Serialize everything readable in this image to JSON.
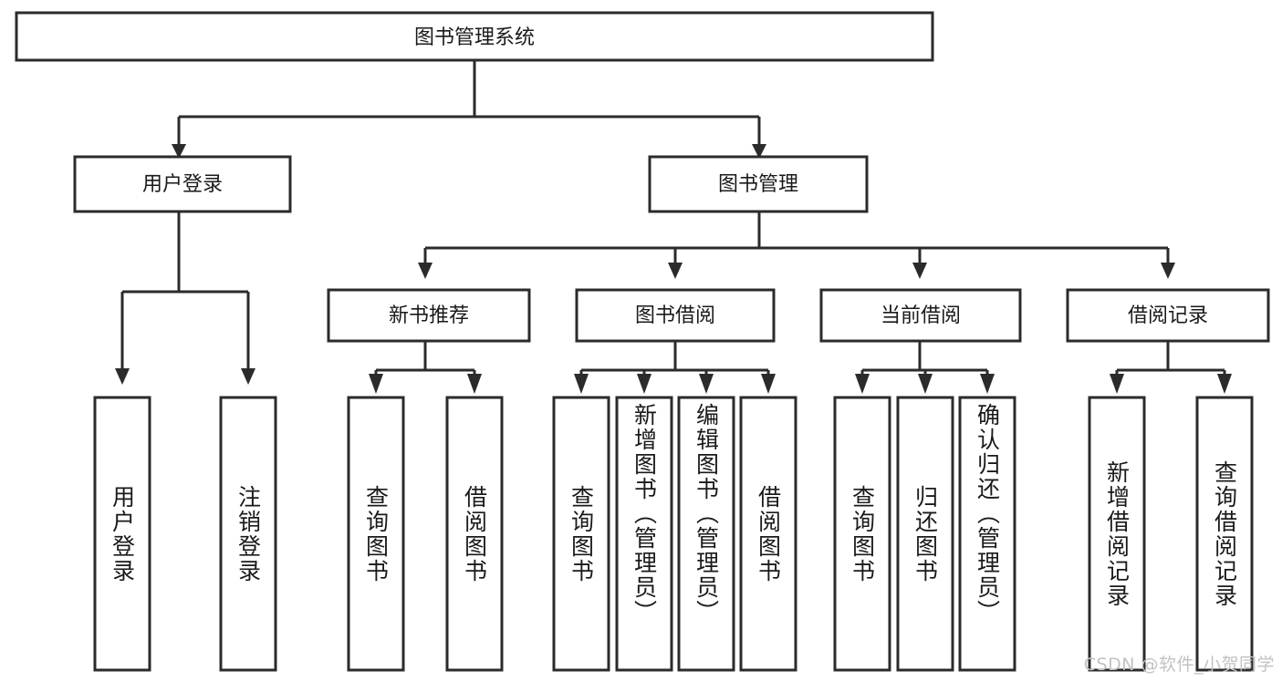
{
  "diagram": {
    "type": "tree-hierarchy",
    "title": "图书管理系统",
    "root": {
      "id": "root",
      "label": "图书管理系统",
      "orientation": "horizontal"
    },
    "level2": [
      {
        "id": "user-login",
        "label": "用户登录",
        "orientation": "horizontal"
      },
      {
        "id": "book-management",
        "label": "图书管理",
        "orientation": "horizontal"
      }
    ],
    "level3": [
      {
        "id": "new-book-recommend",
        "label": "新书推荐",
        "orientation": "horizontal",
        "parent": "book-management"
      },
      {
        "id": "book-borrow",
        "label": "图书借阅",
        "orientation": "horizontal",
        "parent": "book-management"
      },
      {
        "id": "current-borrow",
        "label": "当前借阅",
        "orientation": "horizontal",
        "parent": "book-management"
      },
      {
        "id": "borrow-record",
        "label": "借阅记录",
        "orientation": "horizontal",
        "parent": "book-management"
      }
    ],
    "leaves": [
      {
        "id": "leaf-user-login",
        "label": "用户登录",
        "orientation": "vertical",
        "parent": "user-login"
      },
      {
        "id": "leaf-logout-login",
        "label": "注销登录",
        "orientation": "vertical",
        "parent": "user-login"
      },
      {
        "id": "leaf-query-book-1",
        "label": "查询图书",
        "orientation": "vertical",
        "parent": "new-book-recommend"
      },
      {
        "id": "leaf-borrow-book-1",
        "label": "借阅图书",
        "orientation": "vertical",
        "parent": "new-book-recommend"
      },
      {
        "id": "leaf-query-book-2",
        "label": "查询图书",
        "orientation": "vertical",
        "parent": "book-borrow"
      },
      {
        "id": "leaf-add-book",
        "label": "新增图书（管理员）",
        "orientation": "vertical",
        "parent": "book-borrow"
      },
      {
        "id": "leaf-edit-book",
        "label": "编辑图书（管理员）",
        "orientation": "vertical",
        "parent": "book-borrow"
      },
      {
        "id": "leaf-borrow-book-2",
        "label": "借阅图书",
        "orientation": "vertical",
        "parent": "book-borrow"
      },
      {
        "id": "leaf-query-book-3",
        "label": "查询图书",
        "orientation": "vertical",
        "parent": "current-borrow"
      },
      {
        "id": "leaf-return-book",
        "label": "归还图书",
        "orientation": "vertical",
        "parent": "current-borrow"
      },
      {
        "id": "leaf-confirm-return",
        "label": "确认归还（管理员）",
        "orientation": "vertical",
        "parent": "current-borrow"
      },
      {
        "id": "leaf-add-record",
        "label": "新增借阅记录",
        "orientation": "vertical",
        "parent": "borrow-record"
      },
      {
        "id": "leaf-query-record",
        "label": "查询借阅记录",
        "orientation": "vertical",
        "parent": "borrow-record"
      }
    ],
    "watermark": "CSDN @软件_小贺同学",
    "colors": {
      "stroke": "#2b2b2b",
      "box_fill": "#ffffff",
      "text": "#1a1a1a",
      "background": "#ffffff",
      "watermark": "#c2c2c2"
    }
  }
}
